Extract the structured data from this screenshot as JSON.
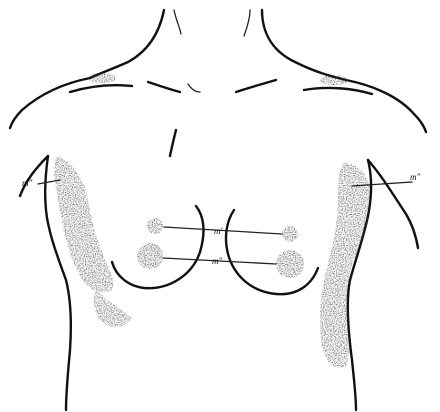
{
  "figure": {
    "labels": {
      "right_axilla": "m\"",
      "left_axilla": "m\"",
      "upper_connector": "m'",
      "lower_connector": "m\""
    },
    "colors": {
      "ink": "#111111",
      "shading": "#3a3a3a",
      "background": "#ffffff"
    }
  }
}
